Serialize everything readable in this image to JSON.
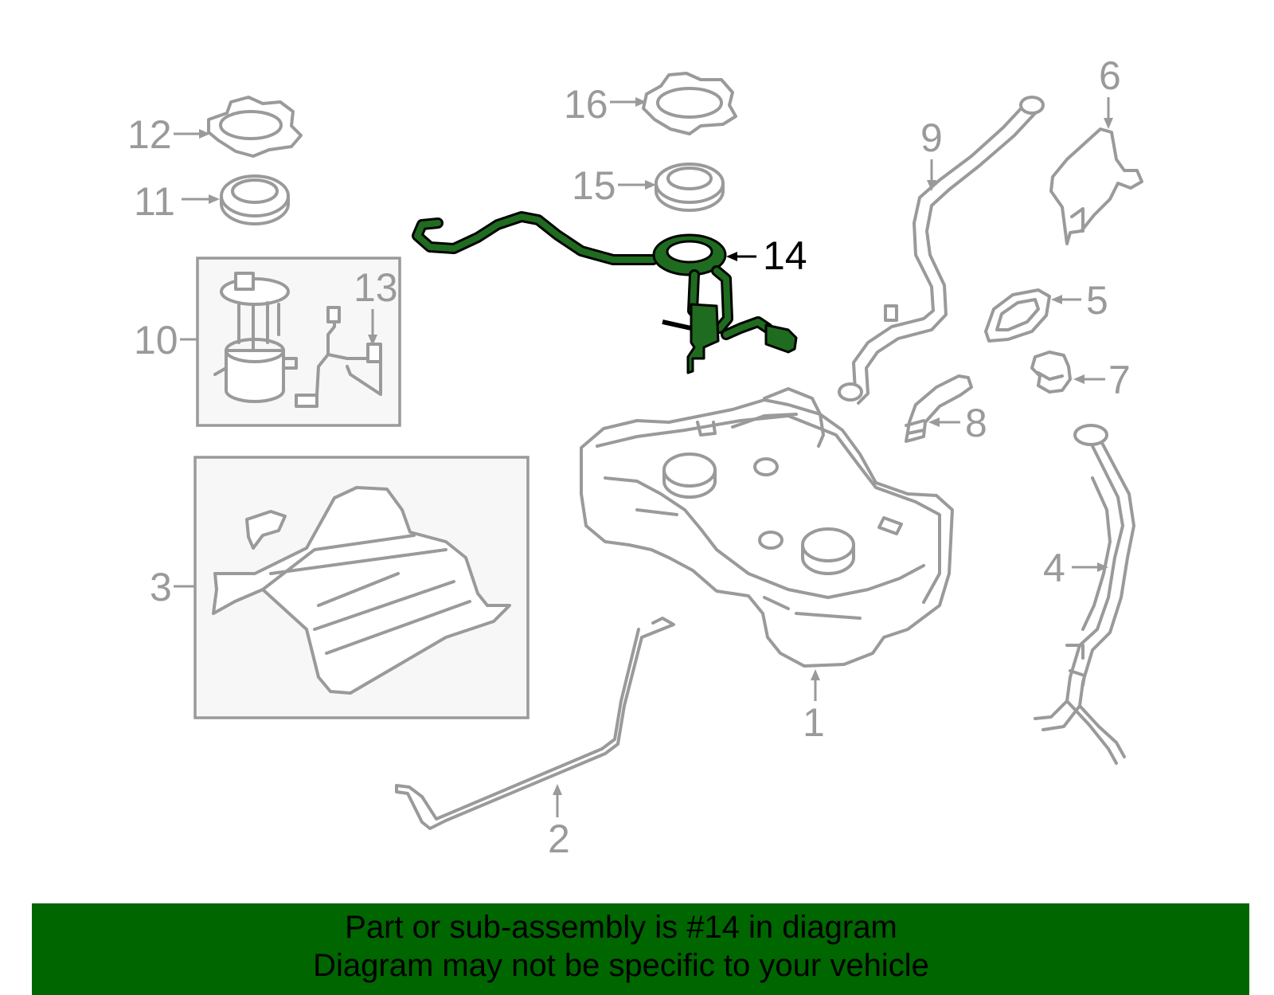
{
  "callouts": {
    "c1": "1",
    "c2": "2",
    "c3": "3",
    "c4": "4",
    "c5": "5",
    "c6": "6",
    "c7": "7",
    "c8": "8",
    "c9": "9",
    "c10": "10",
    "c11": "11",
    "c12": "12",
    "c13": "13",
    "c14": "14",
    "c15": "15",
    "c16": "16"
  },
  "highlighted_part": "14",
  "colors": {
    "highlight": "#1f6b1f",
    "banner": "#006600",
    "line_gray": "#9a9a9a"
  },
  "banner": {
    "line1": "Part or sub-assembly is #14 in diagram",
    "line2": "Diagram may not be specific to your vehicle"
  }
}
